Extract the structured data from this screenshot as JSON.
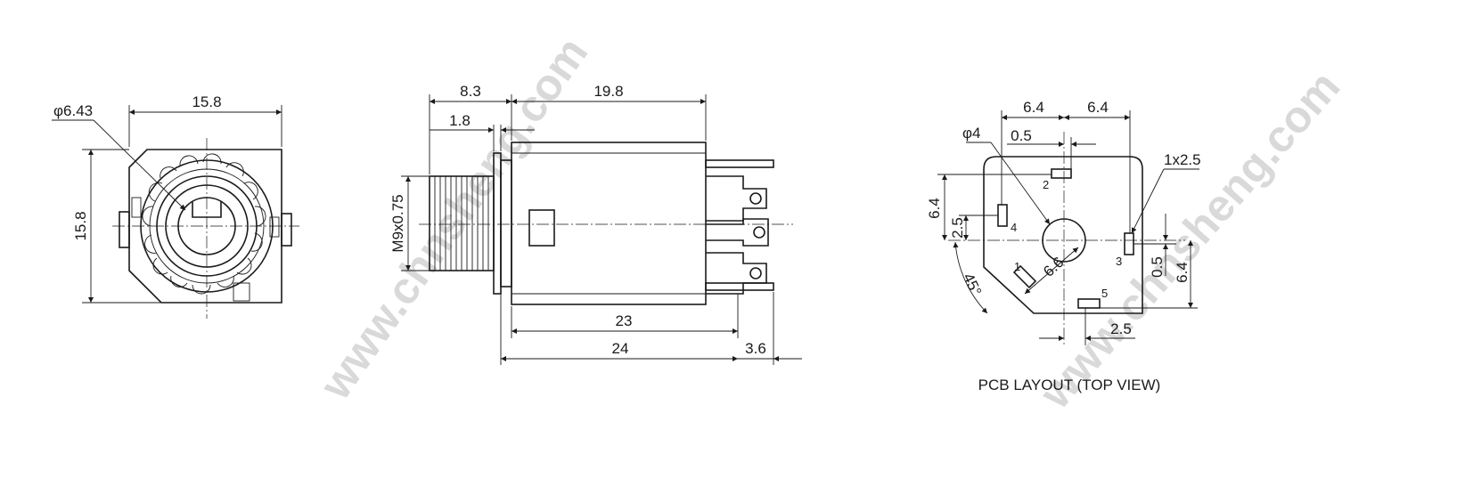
{
  "watermark": "www.chnsheng.com",
  "front_view": {
    "dims": {
      "width": "15.8",
      "height": "15.8",
      "bore_diameter": "φ6.43"
    }
  },
  "side_view": {
    "dims": {
      "flange_length": "8.3",
      "body_length": "19.8",
      "panel_thickness": "1.8",
      "thread": "M9x0.75",
      "body_23": "23",
      "overall_24": "24",
      "pin_3_6": "3.6"
    }
  },
  "pcb_layout": {
    "title": "PCB LAYOUT (TOP VIEW)",
    "dims": {
      "left_6_4": "6.4",
      "right_6_4": "6.4",
      "hole_diameter": "φ4",
      "offset_0_5_top": "0.5",
      "pad_size": "1x2.5",
      "left_vertical_6_4": "6.4",
      "left_vertical_2_5": "2.5",
      "angle": "45°",
      "radius": "6.6",
      "right_vertical_0_5": "0.5",
      "right_vertical_6_4": "6.4",
      "bottom_2_5": "2.5"
    },
    "pins": [
      "1",
      "2",
      "3",
      "4",
      "5"
    ]
  }
}
